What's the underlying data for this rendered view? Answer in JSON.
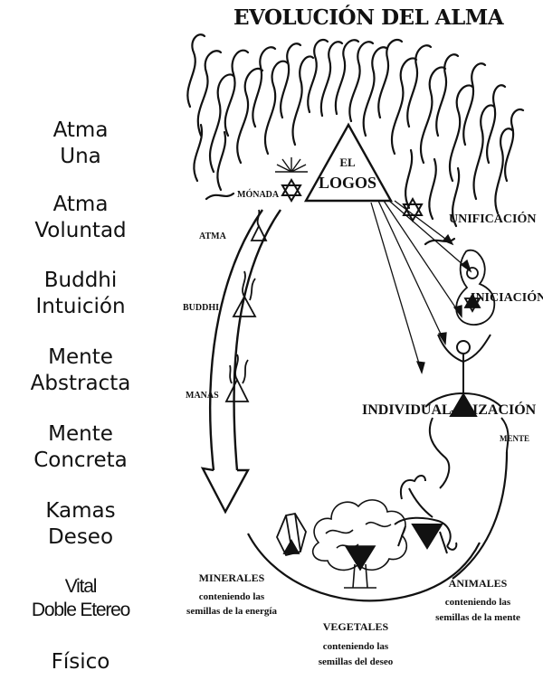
{
  "title": "EVOLUCIÓN DEL ALMA",
  "planes": [
    {
      "line1": "Atma",
      "line2": "Una"
    },
    {
      "line1": "Atma",
      "line2": "Voluntad"
    },
    {
      "line1": "Buddhi",
      "line2": "Intuición"
    },
    {
      "line1": "Mente",
      "line2": "Abstracta"
    },
    {
      "line1": "Mente",
      "line2": "Concreta"
    },
    {
      "line1": "Kamas",
      "line2": "Deseo"
    },
    {
      "line1": "Vital",
      "line2": "Doble Etereo"
    },
    {
      "line1": "Físico",
      "line2": ""
    }
  ],
  "logos": {
    "line1": "EL",
    "line2": "LOGOS"
  },
  "labels": {
    "monada": "MÓNADA",
    "unificacion": "UNIFICACIÓN",
    "iniciacion": "INICIACIÓN",
    "individual": "INDIVIDUAL—",
    "izacion": "IZACIÓN",
    "mente": "MENTE",
    "atma": "ATMA",
    "buddhi": "BUDDHI",
    "manas": "MANAS"
  },
  "kingdoms": {
    "minerales": {
      "name": "MINERALES",
      "line1": "conteniendo las",
      "line2": "semillas de la energía"
    },
    "vegetales": {
      "name": "VEGETALES",
      "line1": "conteniendo las",
      "line2": "semillas del deseo"
    },
    "animales": {
      "name": "ANIMALES",
      "line1": "conteniendo las",
      "line2": "semillas de la mente"
    }
  },
  "colors": {
    "ink": "#111111",
    "background": "#ffffff"
  }
}
